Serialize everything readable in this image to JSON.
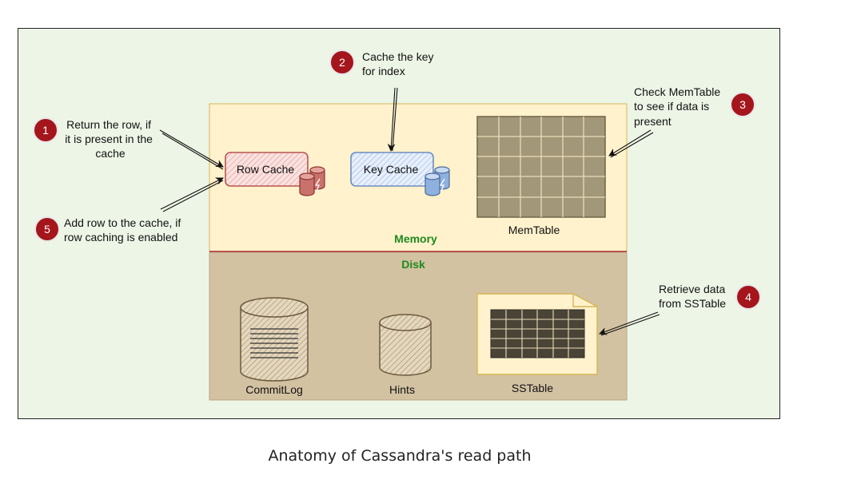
{
  "title": "Anatomy of Cassandra's read path",
  "zones": {
    "memory": "Memory",
    "disk": "Disk"
  },
  "components": {
    "row_cache": "Row Cache",
    "key_cache": "Key Cache",
    "memtable": "MemTable",
    "commitlog": "CommitLog",
    "hints": "Hints",
    "sstable": "SSTable"
  },
  "steps": [
    {
      "num": "1",
      "lines": [
        "Return the row, if",
        "it is present in the",
        "cache"
      ]
    },
    {
      "num": "2",
      "lines": [
        "Cache the key",
        "for index"
      ]
    },
    {
      "num": "3",
      "lines": [
        "Check MemTable",
        "to see if data is",
        "present"
      ]
    },
    {
      "num": "4",
      "lines": [
        "Retrieve data",
        "from SSTable"
      ]
    },
    {
      "num": "5",
      "lines": [
        "Add row to the cache, if",
        "row caching is enabled"
      ]
    }
  ],
  "colors": {
    "canvas_bg": "#edf5e6",
    "memory_bg": "#fff2cc",
    "disk_bg": "#d3c2a2",
    "row_cache": "#f8cecc",
    "key_cache": "#dae8fc",
    "badge": "#a4161c",
    "zone_label": "#1e8a1e"
  }
}
